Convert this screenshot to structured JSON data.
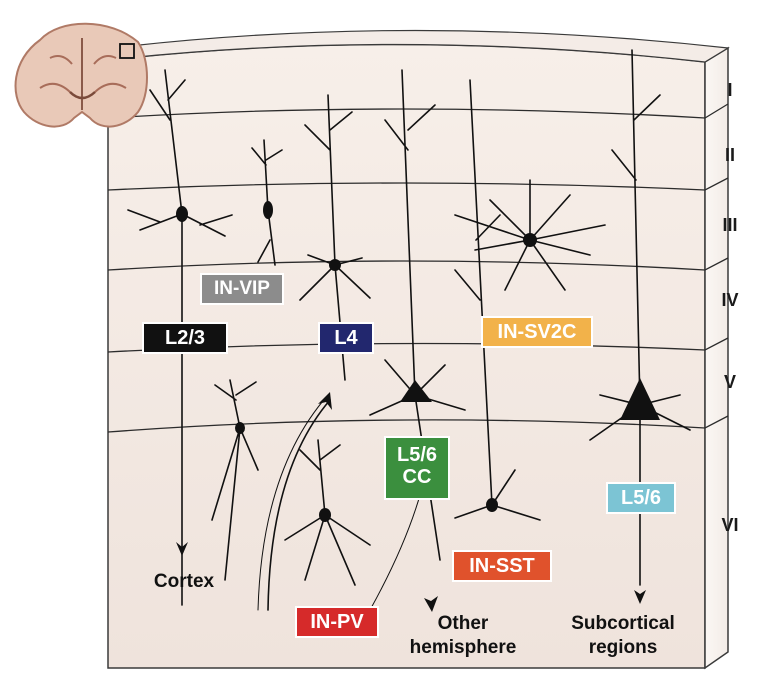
{
  "layers": [
    "I",
    "II",
    "III",
    "IV",
    "V",
    "VI"
  ],
  "cell_types": {
    "l23": {
      "label": "L2/3",
      "color": "#111111",
      "text_color": "#ffffff"
    },
    "in_vip": {
      "label": "IN-VIP",
      "color": "#8c8c8c",
      "text_color": "#ffffff"
    },
    "l4": {
      "label": "L4",
      "color": "#22276e",
      "text_color": "#ffffff"
    },
    "in_sv2c": {
      "label": "IN-SV2C",
      "color": "#f2b24a",
      "text_color": "#ffffff"
    },
    "l56cc": {
      "label_line1": "L5/6",
      "label_line2": "CC",
      "color": "#3b8f3e",
      "text_color": "#ffffff"
    },
    "l56": {
      "label": "L5/6",
      "color": "#7cc4d4",
      "text_color": "#ffffff"
    },
    "in_sst": {
      "label": "IN-SST",
      "color": "#e0522c",
      "text_color": "#ffffff"
    },
    "in_pv": {
      "label": "IN-PV",
      "color": "#d62a2a",
      "text_color": "#ffffff"
    }
  },
  "destinations": {
    "cortex": "Cortex",
    "other_hemisphere_line1": "Other",
    "other_hemisphere_line2": "hemisphere",
    "subcortical_line1": "Subcortical",
    "subcortical_line2": "regions"
  },
  "colors": {
    "block_top": "#f6ede7",
    "block_bottom": "#f1e6df",
    "side_face": "#faf5f2",
    "neuron": "#111111"
  }
}
